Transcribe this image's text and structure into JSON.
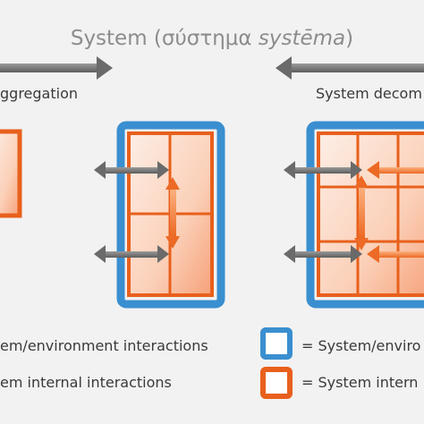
{
  "title": {
    "prefix": "System (",
    "greek": "σύστημα",
    "translit": "systēma",
    "suffix": ")"
  },
  "left_label": "ggregation",
  "right_label": "System decom",
  "legend": {
    "left": [
      "em/environment interactions",
      "em internal interactions"
    ],
    "right": [
      "= System/enviro",
      "= System intern"
    ]
  },
  "colors": {
    "background": "#f2f2f2",
    "system_border": "#3a8fd0",
    "element_border": "#e8601c",
    "cell_fill_light": "#fde8dc",
    "cell_fill_dark": "#f6a179",
    "arrow_gray": "#7a7a7a",
    "arrow_orange": "#f07a35"
  }
}
